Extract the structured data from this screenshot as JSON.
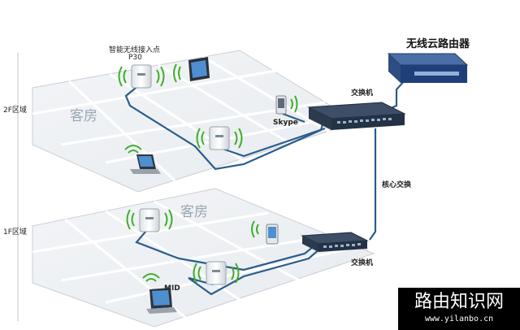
{
  "labels": {
    "router": "无线云路由器",
    "ap_top": "智能无线接入点",
    "ap_model": "P30",
    "switch_top": "交换机",
    "core_switch": "核心交换",
    "switch_bottom": "交换机",
    "floor_2": "2F区域",
    "floor_1": "1F区域",
    "room_2f": "客房",
    "room_1f": "客房",
    "skype": "Skype",
    "mid": "MID"
  },
  "watermark": {
    "title": "路由知识网",
    "url": "www.yilanbo.cn"
  }
}
